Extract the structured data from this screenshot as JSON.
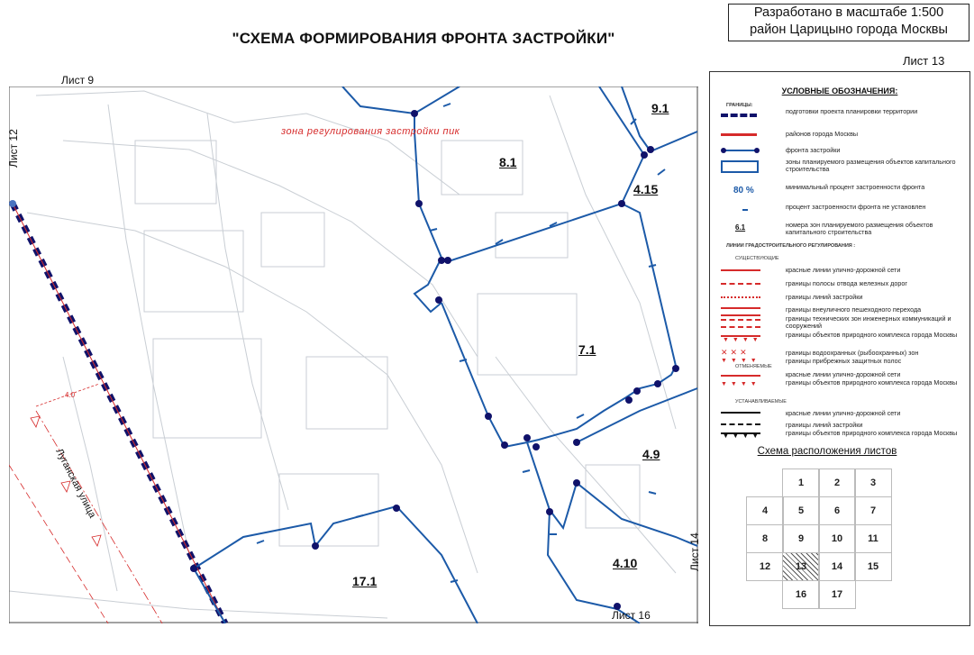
{
  "header": {
    "title": "\"СХЕМА ФОРМИРОВАНИЯ ФРОНТА ЗАСТРОЙКИ\"",
    "stamp_line1": "Разработано в масштабе 1:500",
    "stamp_line2": "район Царицыно города Москвы",
    "sheet": "Лист 13"
  },
  "map": {
    "sheet_labels": {
      "top": "Лист 9",
      "left": "Лист 12",
      "right": "Лист 14",
      "bottom": "Лист 16"
    },
    "zone_note": "зона регулирования застройки пик",
    "street": "Луганская улица",
    "dimension": "4.0",
    "zones": [
      "9.1",
      "8.1",
      "4.15",
      "7.1",
      "4.9",
      "4.10",
      "17.1"
    ],
    "colors": {
      "front": "#1c5aa8",
      "district_border": "#10126a",
      "red_line": "#d62b2b",
      "base": "#b9c0c8"
    }
  },
  "legend": {
    "title": "УСЛОВНЫЕ ОБОЗНАЧЕНИЯ:",
    "section_borders": "ГРАНИЦЫ:",
    "items_borders": [
      "подготовки проекта планировки территории",
      "районов города Москвы",
      "фронта застройки",
      "зоны планируемого размещения объектов капитального строительства",
      "минимальный процент застроенности фронта",
      "процент застроенности фронта не установлен",
      "номера зон планируемого размещения объектов капитального строительства"
    ],
    "percent_sample": "80 %",
    "zone_sample": "6.1",
    "section_red": "ЛИНИИ ГРАДОСТРОИТЕЛЬНОГО РЕГУЛИРОВАНИЯ :",
    "head_existing": "СУЩЕСТВУЮЩИЕ",
    "items_existing": [
      "красные линии улично-дорожной сети",
      "границы полосы отвода железных дорог",
      "границы линий застройки",
      "границы внеуличного пешеходного перехода",
      "границы технических зон инженерных коммуникаций и сооружений",
      "границы объектов природного комплекса города Москвы",
      "границы водоохранных (рыбоохранных) зон",
      "границы прибрежных защитных полос"
    ],
    "head_cancelled": "ОТМЕНЯЕМЫЕ",
    "items_cancelled": [
      "красные линии улично-дорожной сети",
      "границы объектов природного комплекса города Москвы"
    ],
    "head_new": "УСТАНАВЛИВАЕМЫЕ",
    "items_new": [
      "красные линии улично-дорожной сети",
      "границы линий застройки",
      "границы объектов природного комплекса города Москвы"
    ]
  },
  "scheme": {
    "title": "Схема расположения листов",
    "selected": "13",
    "sheets": [
      "1",
      "2",
      "3",
      "4",
      "5",
      "6",
      "7",
      "8",
      "9",
      "10",
      "11",
      "12",
      "13",
      "14",
      "15",
      "16",
      "17"
    ]
  }
}
